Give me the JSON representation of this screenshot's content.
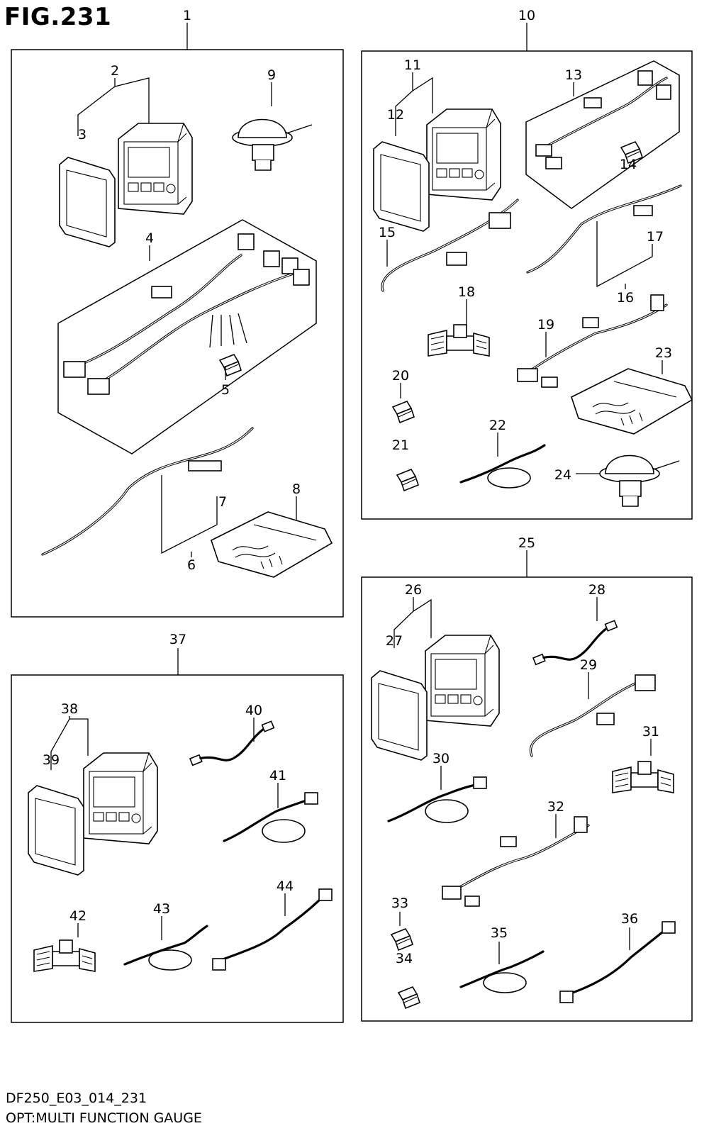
{
  "figure_title": "FIG.231",
  "footer": {
    "model_code": "DF250_E03_014_231",
    "description": "OPT:MULTI FUNCTION GAUGE"
  },
  "callouts": [
    "1",
    "2",
    "3",
    "4",
    "5",
    "6",
    "7",
    "8",
    "9",
    "10",
    "11",
    "12",
    "13",
    "14",
    "15",
    "16",
    "17",
    "18",
    "19",
    "20",
    "21",
    "22",
    "23",
    "24",
    "25",
    "26",
    "27",
    "28",
    "29",
    "30",
    "31",
    "32",
    "33",
    "34",
    "35",
    "36",
    "37",
    "38",
    "39",
    "40",
    "41",
    "42",
    "43",
    "44"
  ]
}
